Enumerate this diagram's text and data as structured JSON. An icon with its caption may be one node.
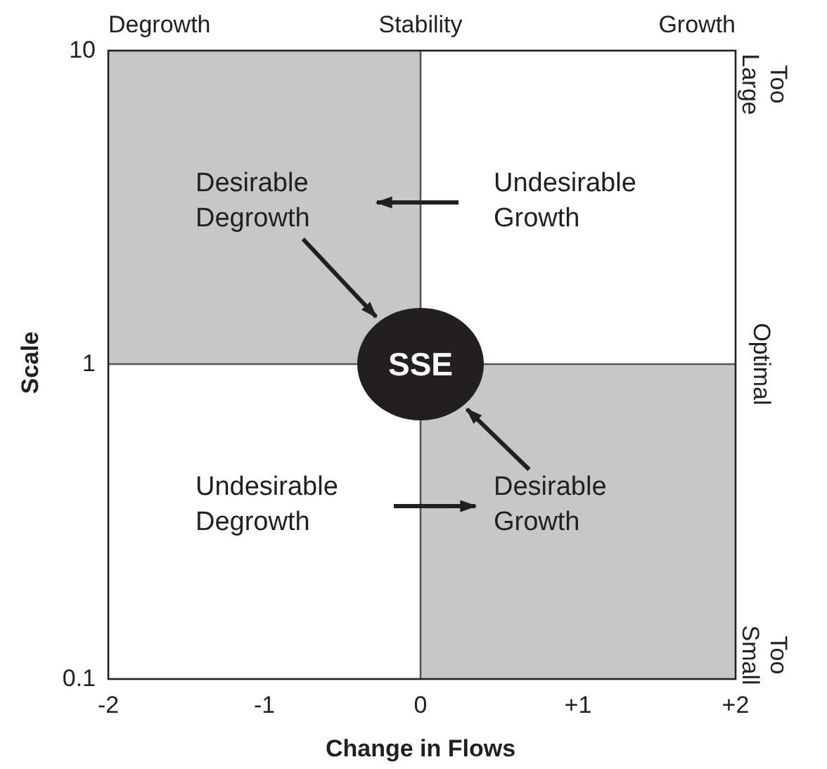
{
  "diagram": {
    "nodes": [
      {
        "text": [
          "Desirable Degrowth"
        ]
      },
      {
        "text": [
          "Undesirable Growth"
        ]
      },
      {
        "text": [
          "SSE"
        ]
      },
      {
        "text": [
          "Undesirable Degrowth"
        ]
      },
      {
        "text": [
          "Desirable Growth"
        ]
      }
    ],
    "edges": [
      {
        "from": 1,
        "to": 0,
        "arrow": "to"
      },
      {
        "from": 0,
        "to": 2,
        "arrow": "to"
      },
      {
        "from": 3,
        "to": 4,
        "arrow": "to"
      },
      {
        "from": 4,
        "to": 2,
        "arrow": "to"
      }
    ],
    "labels": [
      "Degrowth",
      "Stability",
      "Growth",
      "10",
      "Too Large",
      "Scale",
      "1",
      "Optimal",
      "0.1",
      "Too Small",
      "-2",
      "-1",
      "0",
      "+1",
      "+2",
      "Change in Flows"
    ]
  }
}
